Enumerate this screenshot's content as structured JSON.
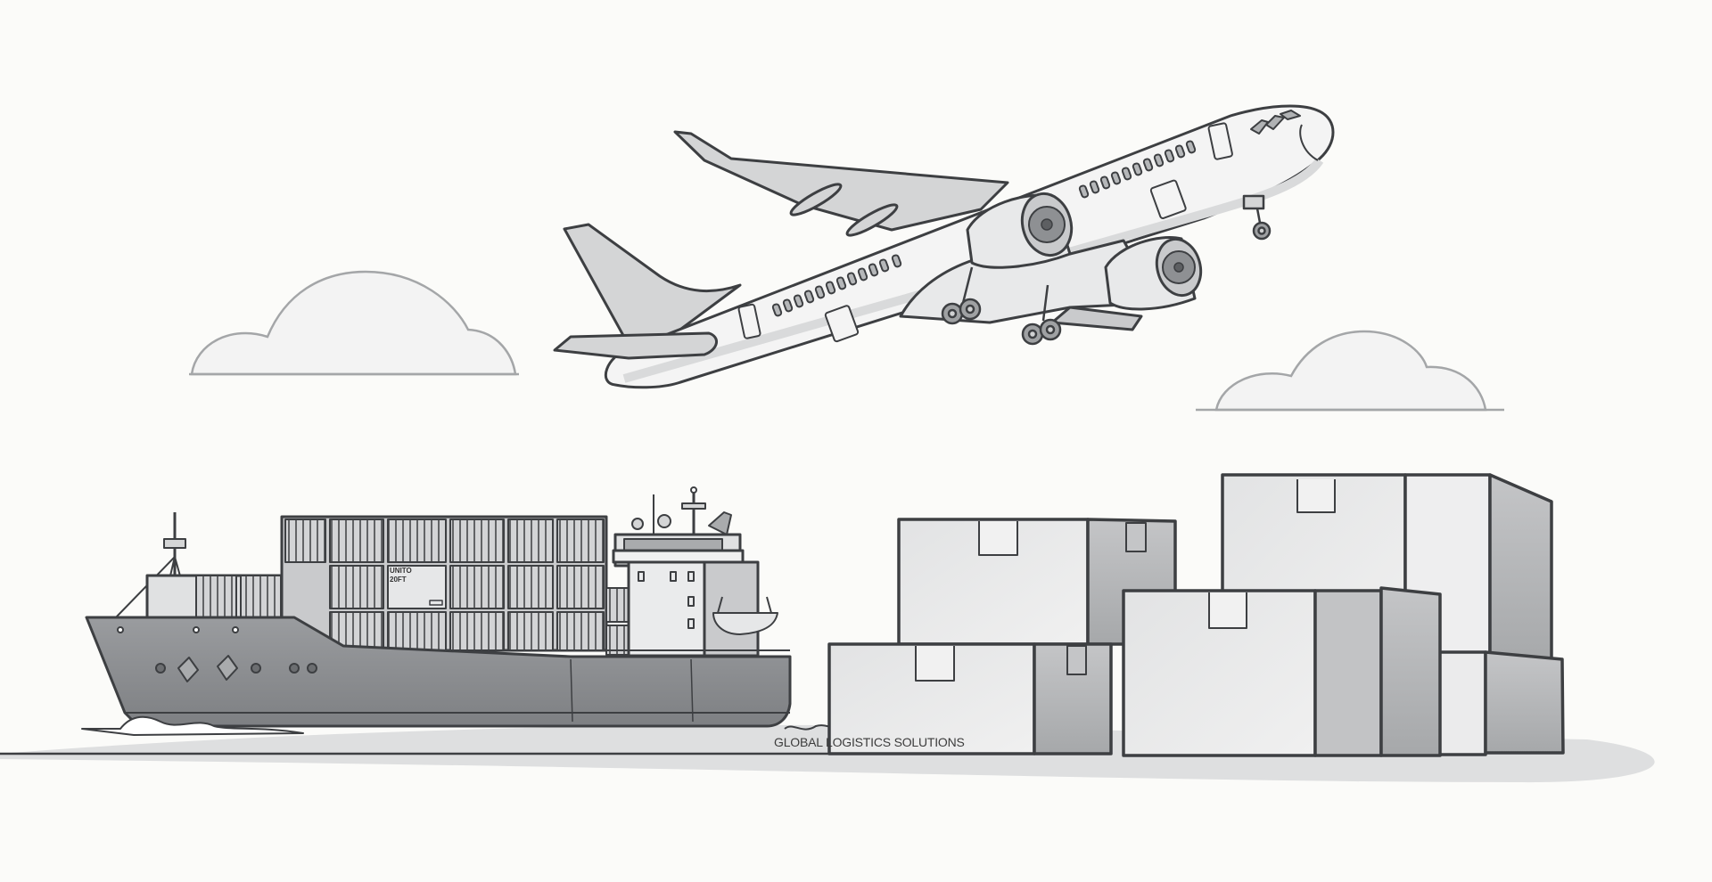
{
  "scene": {
    "title": "Global logistics illustration: airplane, container ship and cargo boxes",
    "background_color": "#fbfbf9",
    "line_color": "#3d3f42",
    "elements": [
      {
        "name": "airplane",
        "description": "Twin-engine passenger jet taking off, landing gear down"
      },
      {
        "name": "cloud-left",
        "description": "Outlined cloud on the left"
      },
      {
        "name": "cloud-right",
        "description": "Outlined cloud on the right"
      },
      {
        "name": "container-ship",
        "description": "Grey cargo ship stacked with shipping containers"
      },
      {
        "name": "cargo-boxes",
        "description": "Five stacked cardboard boxes with tape flaps"
      }
    ]
  },
  "container_label": {
    "line1": "UNITO",
    "line2": "20FT"
  },
  "caption": {
    "text": "GLOBAL LOGISTICS SOLUTIONS"
  },
  "colors": {
    "hull": "#8f9194",
    "hull_dark": "#7a7c7f",
    "container": "#c9cacc",
    "box_front": "#e8e9ea",
    "box_side": "#b9bbbd",
    "plane_body": "#f4f4f4",
    "plane_shade": "#d9dadb",
    "ground": "#dedfe0",
    "cloud_stroke": "#a4a6a8",
    "cloud_fill": "#f3f3f3"
  }
}
